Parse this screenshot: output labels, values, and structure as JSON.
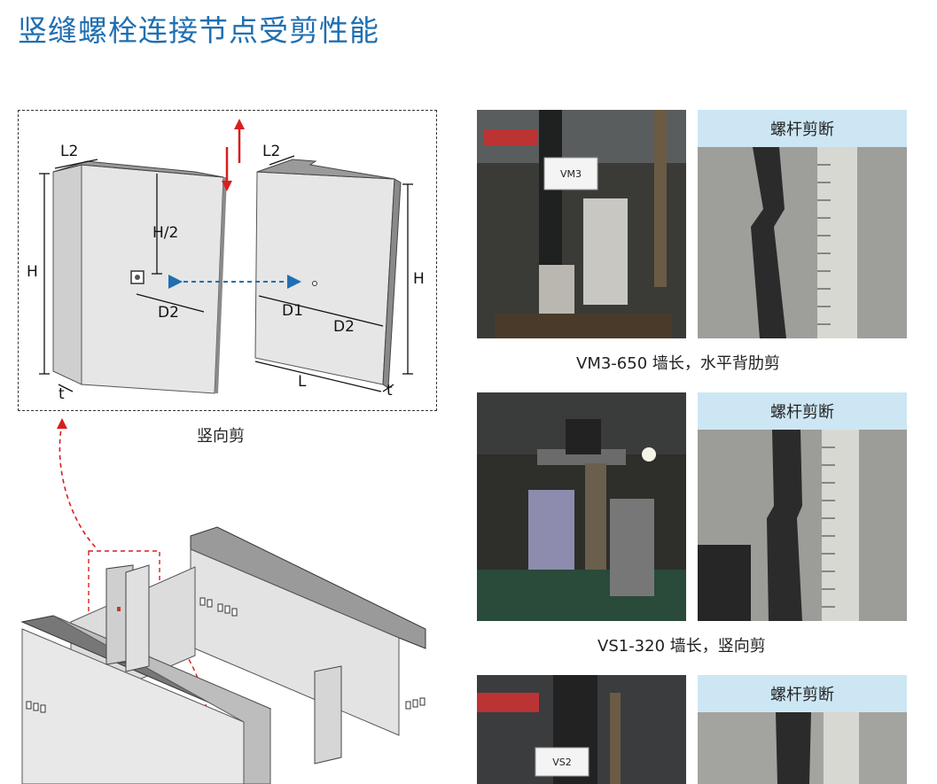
{
  "page": {
    "title": "竖缝螺栓连接节点受剪性能",
    "colors": {
      "title": "#1f6fb2",
      "label_bar": "#cde6f4",
      "arrow_red": "#d81e1e",
      "arrow_blue": "#1f6fb2"
    }
  },
  "diagram": {
    "caption": "竖向剪",
    "labels": {
      "l2_left": "L2",
      "l2_right": "L2",
      "h_left": "H",
      "h_right": "H",
      "h_half": "H/2",
      "d2_left": "D2",
      "d1": "D1",
      "d2_right": "D2",
      "l": "L",
      "t_left": "t",
      "t_right": "t"
    }
  },
  "tests": [
    {
      "specimen_tag": "VM3",
      "label": "螺杆剪断",
      "caption": "VM3-650 墙长，水平背肋剪"
    },
    {
      "specimen_tag": "",
      "label": "螺杆剪断",
      "caption": "VS1-320 墙长，竖向剪"
    },
    {
      "specimen_tag": "VS2",
      "label": "螺杆剪断",
      "caption": ""
    }
  ]
}
